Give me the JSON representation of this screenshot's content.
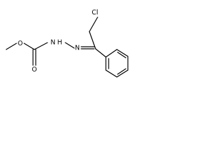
{
  "structure": {
    "atoms": {
      "methyl_O": "O",
      "carbonyl_O": "O",
      "hydrazine_N1": "N",
      "hydrazine_H": "H",
      "hydrazine_N2": "N",
      "chlorine": "Cl"
    }
  }
}
